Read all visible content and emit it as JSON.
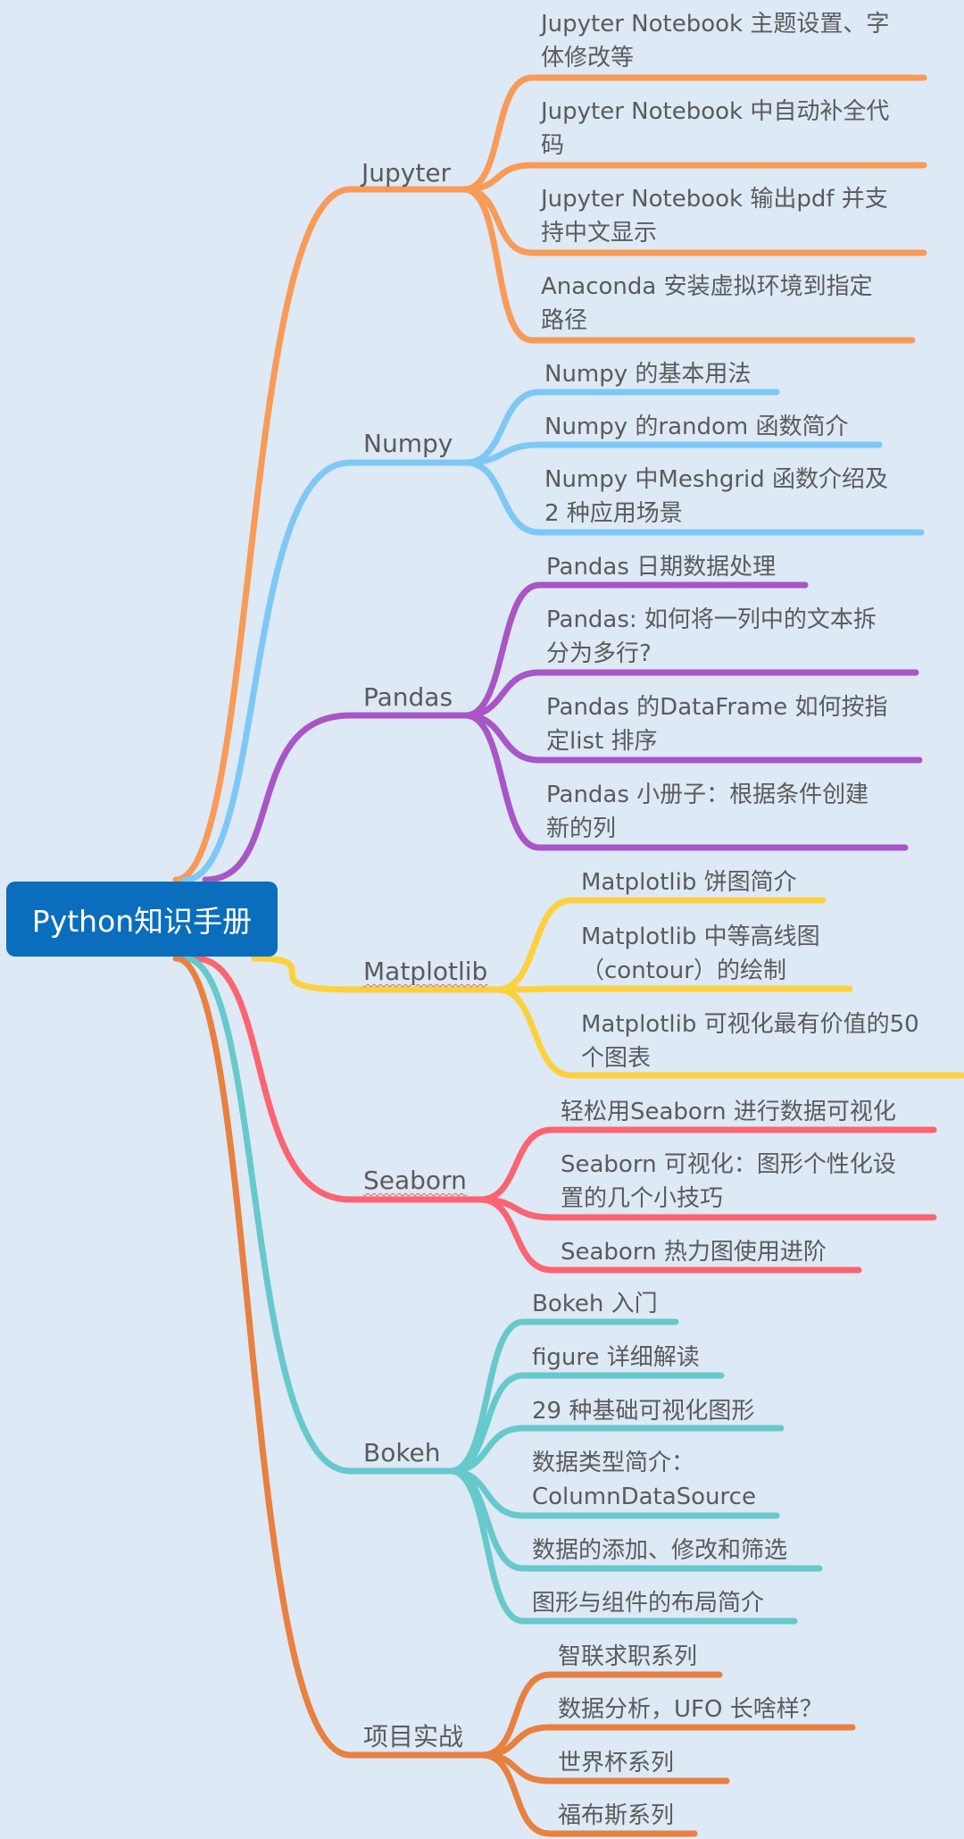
{
  "root": {
    "label": "Python知识手册",
    "color": "#0a6ebd"
  },
  "branches": [
    {
      "key": "jupyter",
      "label": "Jupyter",
      "color": "#f99a56",
      "items": [
        "Jupyter Notebook 主题设置、字\n体修改等",
        "Jupyter Notebook 中自动补全代\n码",
        "Jupyter Notebook 输出pdf 并支\n持中文显示",
        "Anaconda 安装虚拟环境到指定\n路径"
      ]
    },
    {
      "key": "numpy",
      "label": "Numpy",
      "color": "#7ec8f5",
      "items": [
        "Numpy 的基本用法",
        "Numpy 的random 函数简介",
        "Numpy 中Meshgrid 函数介绍及\n2 种应用场景"
      ]
    },
    {
      "key": "pandas",
      "label": "Pandas",
      "color": "#a855c8",
      "items": [
        "Pandas 日期数据处理",
        "Pandas: 如何将一列中的文本拆\n分为多行?",
        "Pandas 的DataFrame 如何按指\n定list 排序",
        "Pandas 小册子：根据条件创建\n新的列"
      ]
    },
    {
      "key": "matplotlib",
      "label": "Matplotlib",
      "color": "#fdd03e",
      "items": [
        "Matplotlib 饼图简介",
        "Matplotlib 中等高线图\n（contour）的绘制",
        "Matplotlib 可视化最有价值的50\n个图表"
      ]
    },
    {
      "key": "seaborn",
      "label": "Seaborn",
      "color": "#fb6470",
      "items": [
        "轻松用Seaborn 进行数据可视化",
        "Seaborn 可视化：图形个性化设\n置的几个小技巧",
        "Seaborn 热力图使用进阶"
      ]
    },
    {
      "key": "bokeh",
      "label": "Bokeh",
      "color": "#66c9cc",
      "items": [
        "Bokeh 入门",
        "figure 详细解读",
        "29 种基础可视化图形",
        "数据类型简介：\nColumnDataSource",
        "数据的添加、修改和筛选",
        "图形与组件的布局简介"
      ]
    },
    {
      "key": "projects",
      "label": "项目实战",
      "color": "#e8803f",
      "items": [
        "智联求职系列",
        "数据分析，UFO 长啥样？",
        "世界杯系列",
        "福布斯系列"
      ]
    }
  ]
}
